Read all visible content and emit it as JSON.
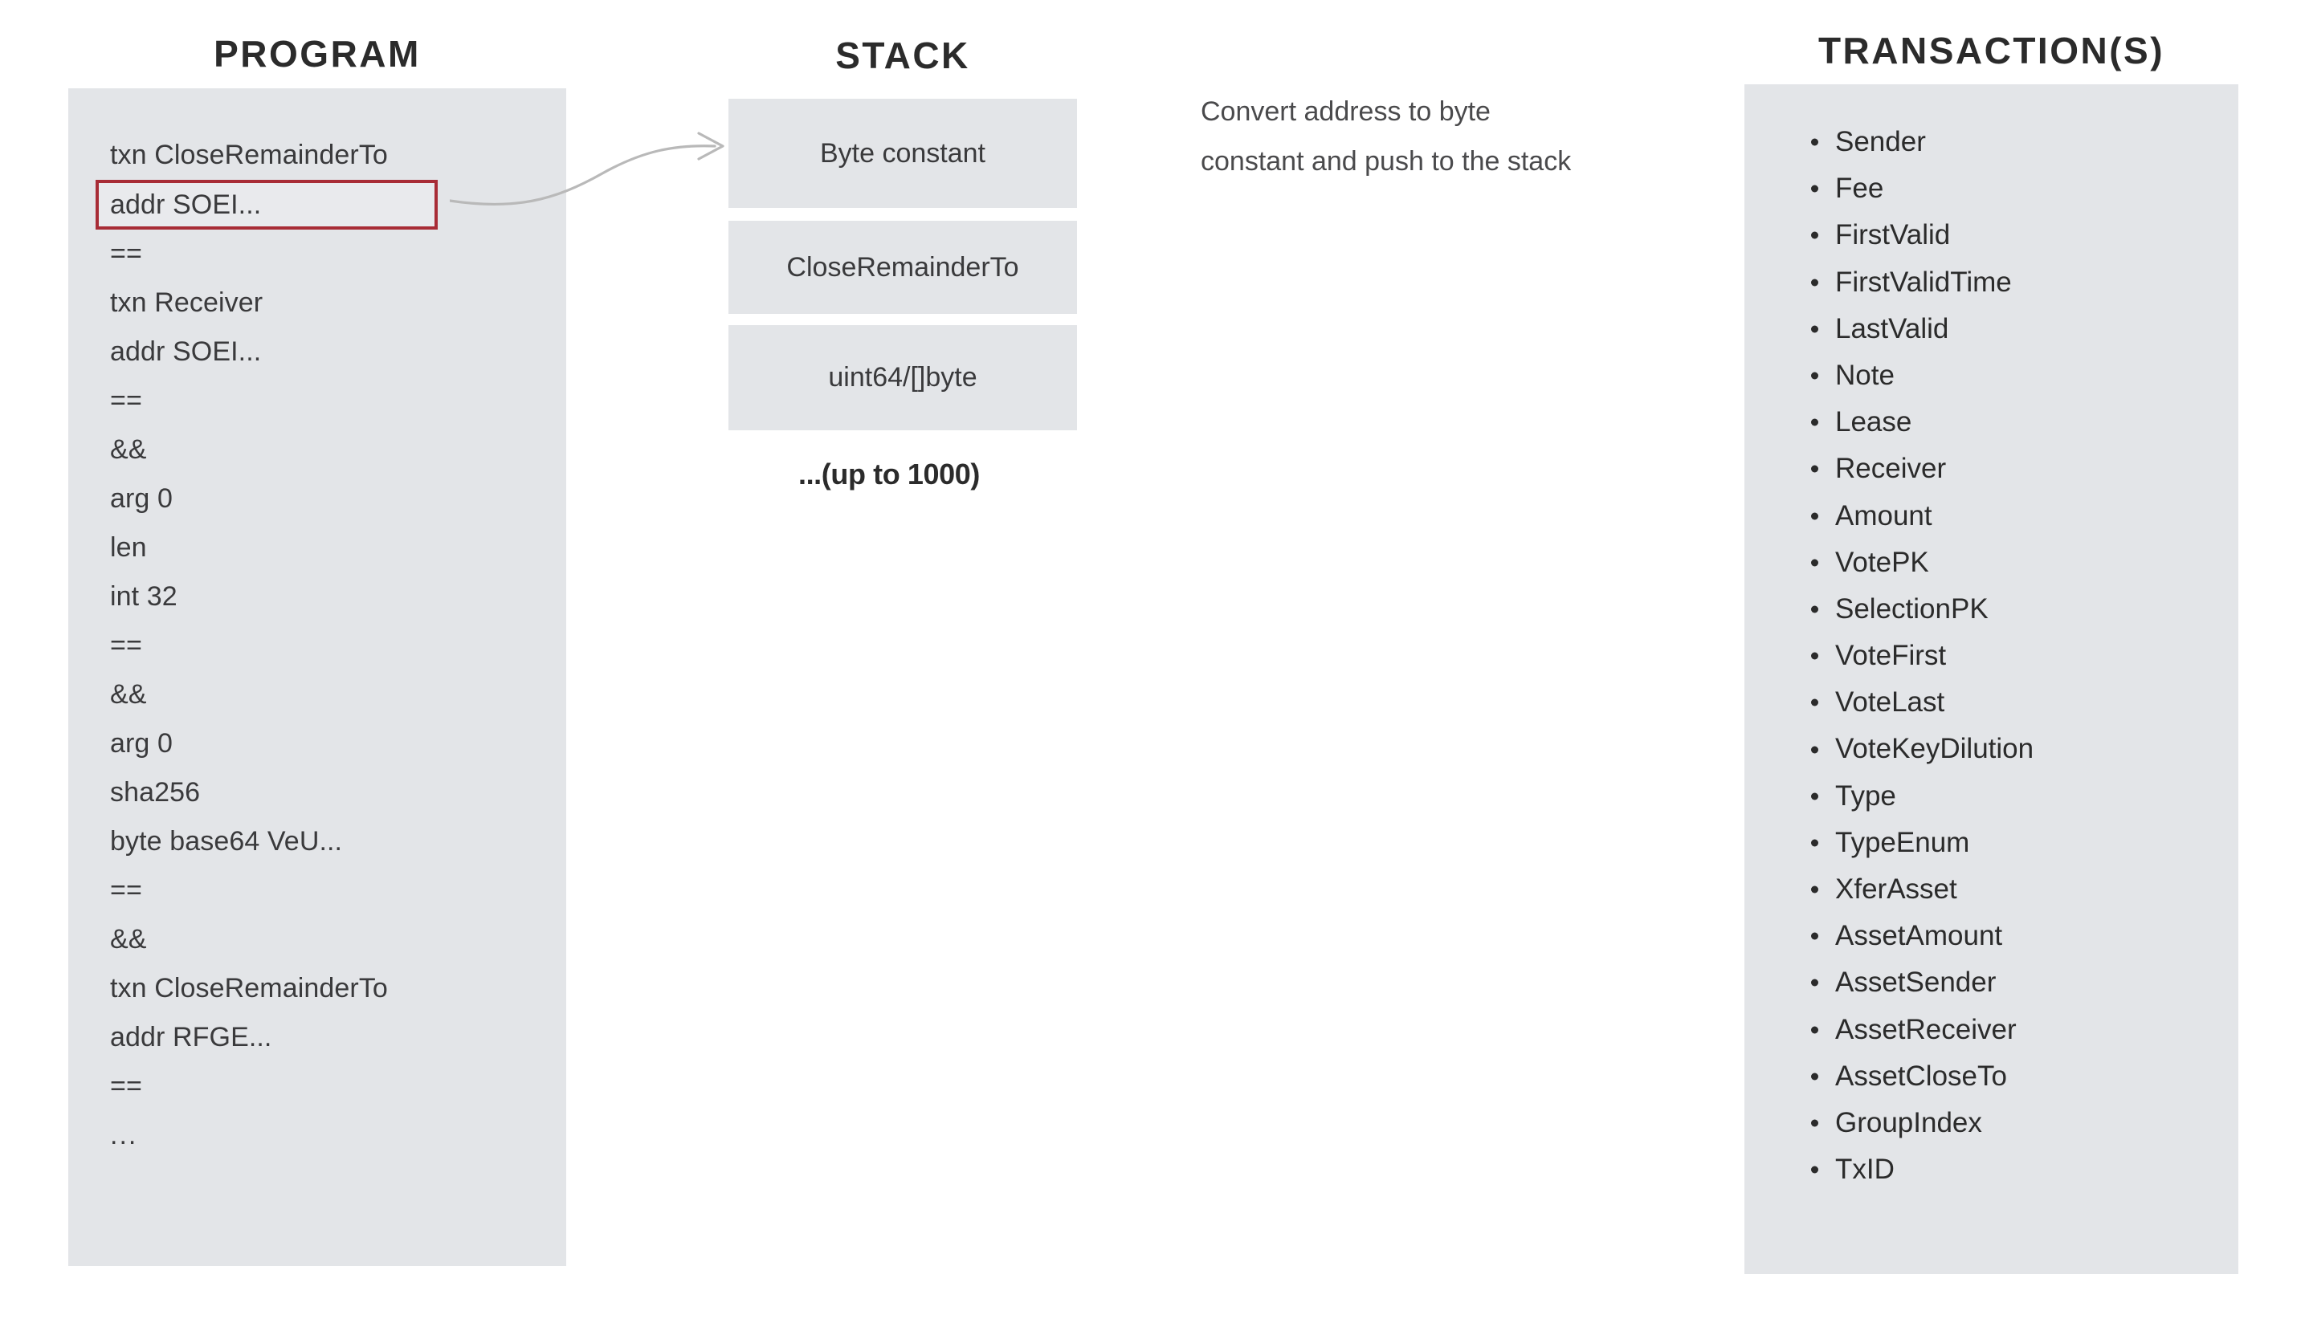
{
  "columns": {
    "program": {
      "title": "PROGRAM",
      "lines": [
        {
          "text": "txn CloseRemainderTo",
          "highlighted": false
        },
        {
          "text": "addr SOEI...",
          "highlighted": true
        },
        {
          "text": "==",
          "highlighted": false
        },
        {
          "text": "txn Receiver",
          "highlighted": false
        },
        {
          "text": "addr SOEI...",
          "highlighted": false
        },
        {
          "text": "==",
          "highlighted": false
        },
        {
          "text": "&&",
          "highlighted": false
        },
        {
          "text": "arg 0",
          "highlighted": false
        },
        {
          "text": "len",
          "highlighted": false
        },
        {
          "text": "int 32",
          "highlighted": false
        },
        {
          "text": "==",
          "highlighted": false
        },
        {
          "text": "&&",
          "highlighted": false
        },
        {
          "text": "arg 0",
          "highlighted": false
        },
        {
          "text": "sha256",
          "highlighted": false
        },
        {
          "text": "byte base64 VeU...",
          "highlighted": false
        },
        {
          "text": "==",
          "highlighted": false
        },
        {
          "text": "&&",
          "highlighted": false
        },
        {
          "text": "txn CloseRemainderTo",
          "highlighted": false
        },
        {
          "text": "addr RFGE...",
          "highlighted": false
        },
        {
          "text": "==",
          "highlighted": false
        },
        {
          "text": "...",
          "highlighted": false
        }
      ]
    },
    "stack": {
      "title": "STACK",
      "boxes": [
        {
          "label": "Byte constant"
        },
        {
          "label": "CloseRemainderTo"
        },
        {
          "label": "uint64/[]byte"
        }
      ],
      "more_label": "...(up to 1000)"
    },
    "transactions": {
      "title": "TRANSACTION(S)",
      "fields": [
        "Sender",
        "Fee",
        "FirstValid",
        "FirstValidTime",
        "LastValid",
        "Note",
        "Lease",
        "Receiver",
        "Amount",
        "VotePK",
        "SelectionPK",
        "VoteFirst",
        "VoteLast",
        "VoteKeyDilution",
        "Type",
        "TypeEnum",
        "XferAsset",
        "AssetAmount",
        "AssetSender",
        "AssetReceiver",
        "AssetCloseTo",
        "GroupIndex",
        "TxID"
      ]
    }
  },
  "annotation": {
    "line1": "Convert address to byte",
    "line2": "constant and push to the stack"
  },
  "colors": {
    "panel_background": "#e3e5e8",
    "page_background": "#ffffff",
    "highlight_border": "#a82c36",
    "text": "#2b2b2b",
    "code_text": "#3a3a3c",
    "arrow": "#b9b9b9"
  }
}
